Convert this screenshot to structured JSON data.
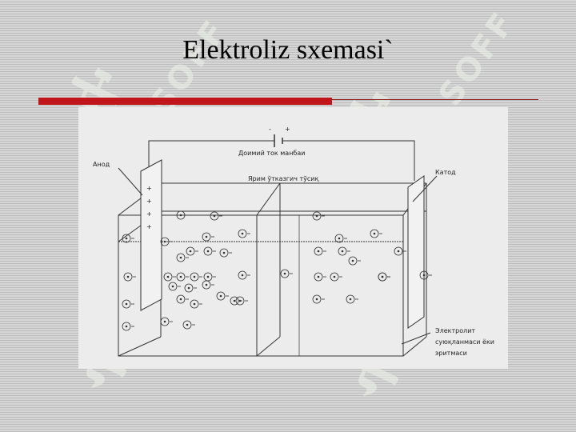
{
  "slide": {
    "title": "Elektroliz sxemasi`",
    "accent_color": "#c0161b",
    "line_color": "#8a1a1a",
    "watermark_text": "SOFF"
  },
  "diagram": {
    "labels": {
      "anode": "Анод",
      "power_source": "Доимий ток манбаи",
      "membrane": "Ярим ўтказгич тўсиқ",
      "cathode": "Катод",
      "electrolyte_line1": "Электролит",
      "electrolyte_line2": "суюқланмаси ёки",
      "electrolyte_line3": "эритмаси"
    },
    "signs": {
      "minus": "-",
      "plus": "+"
    }
  }
}
